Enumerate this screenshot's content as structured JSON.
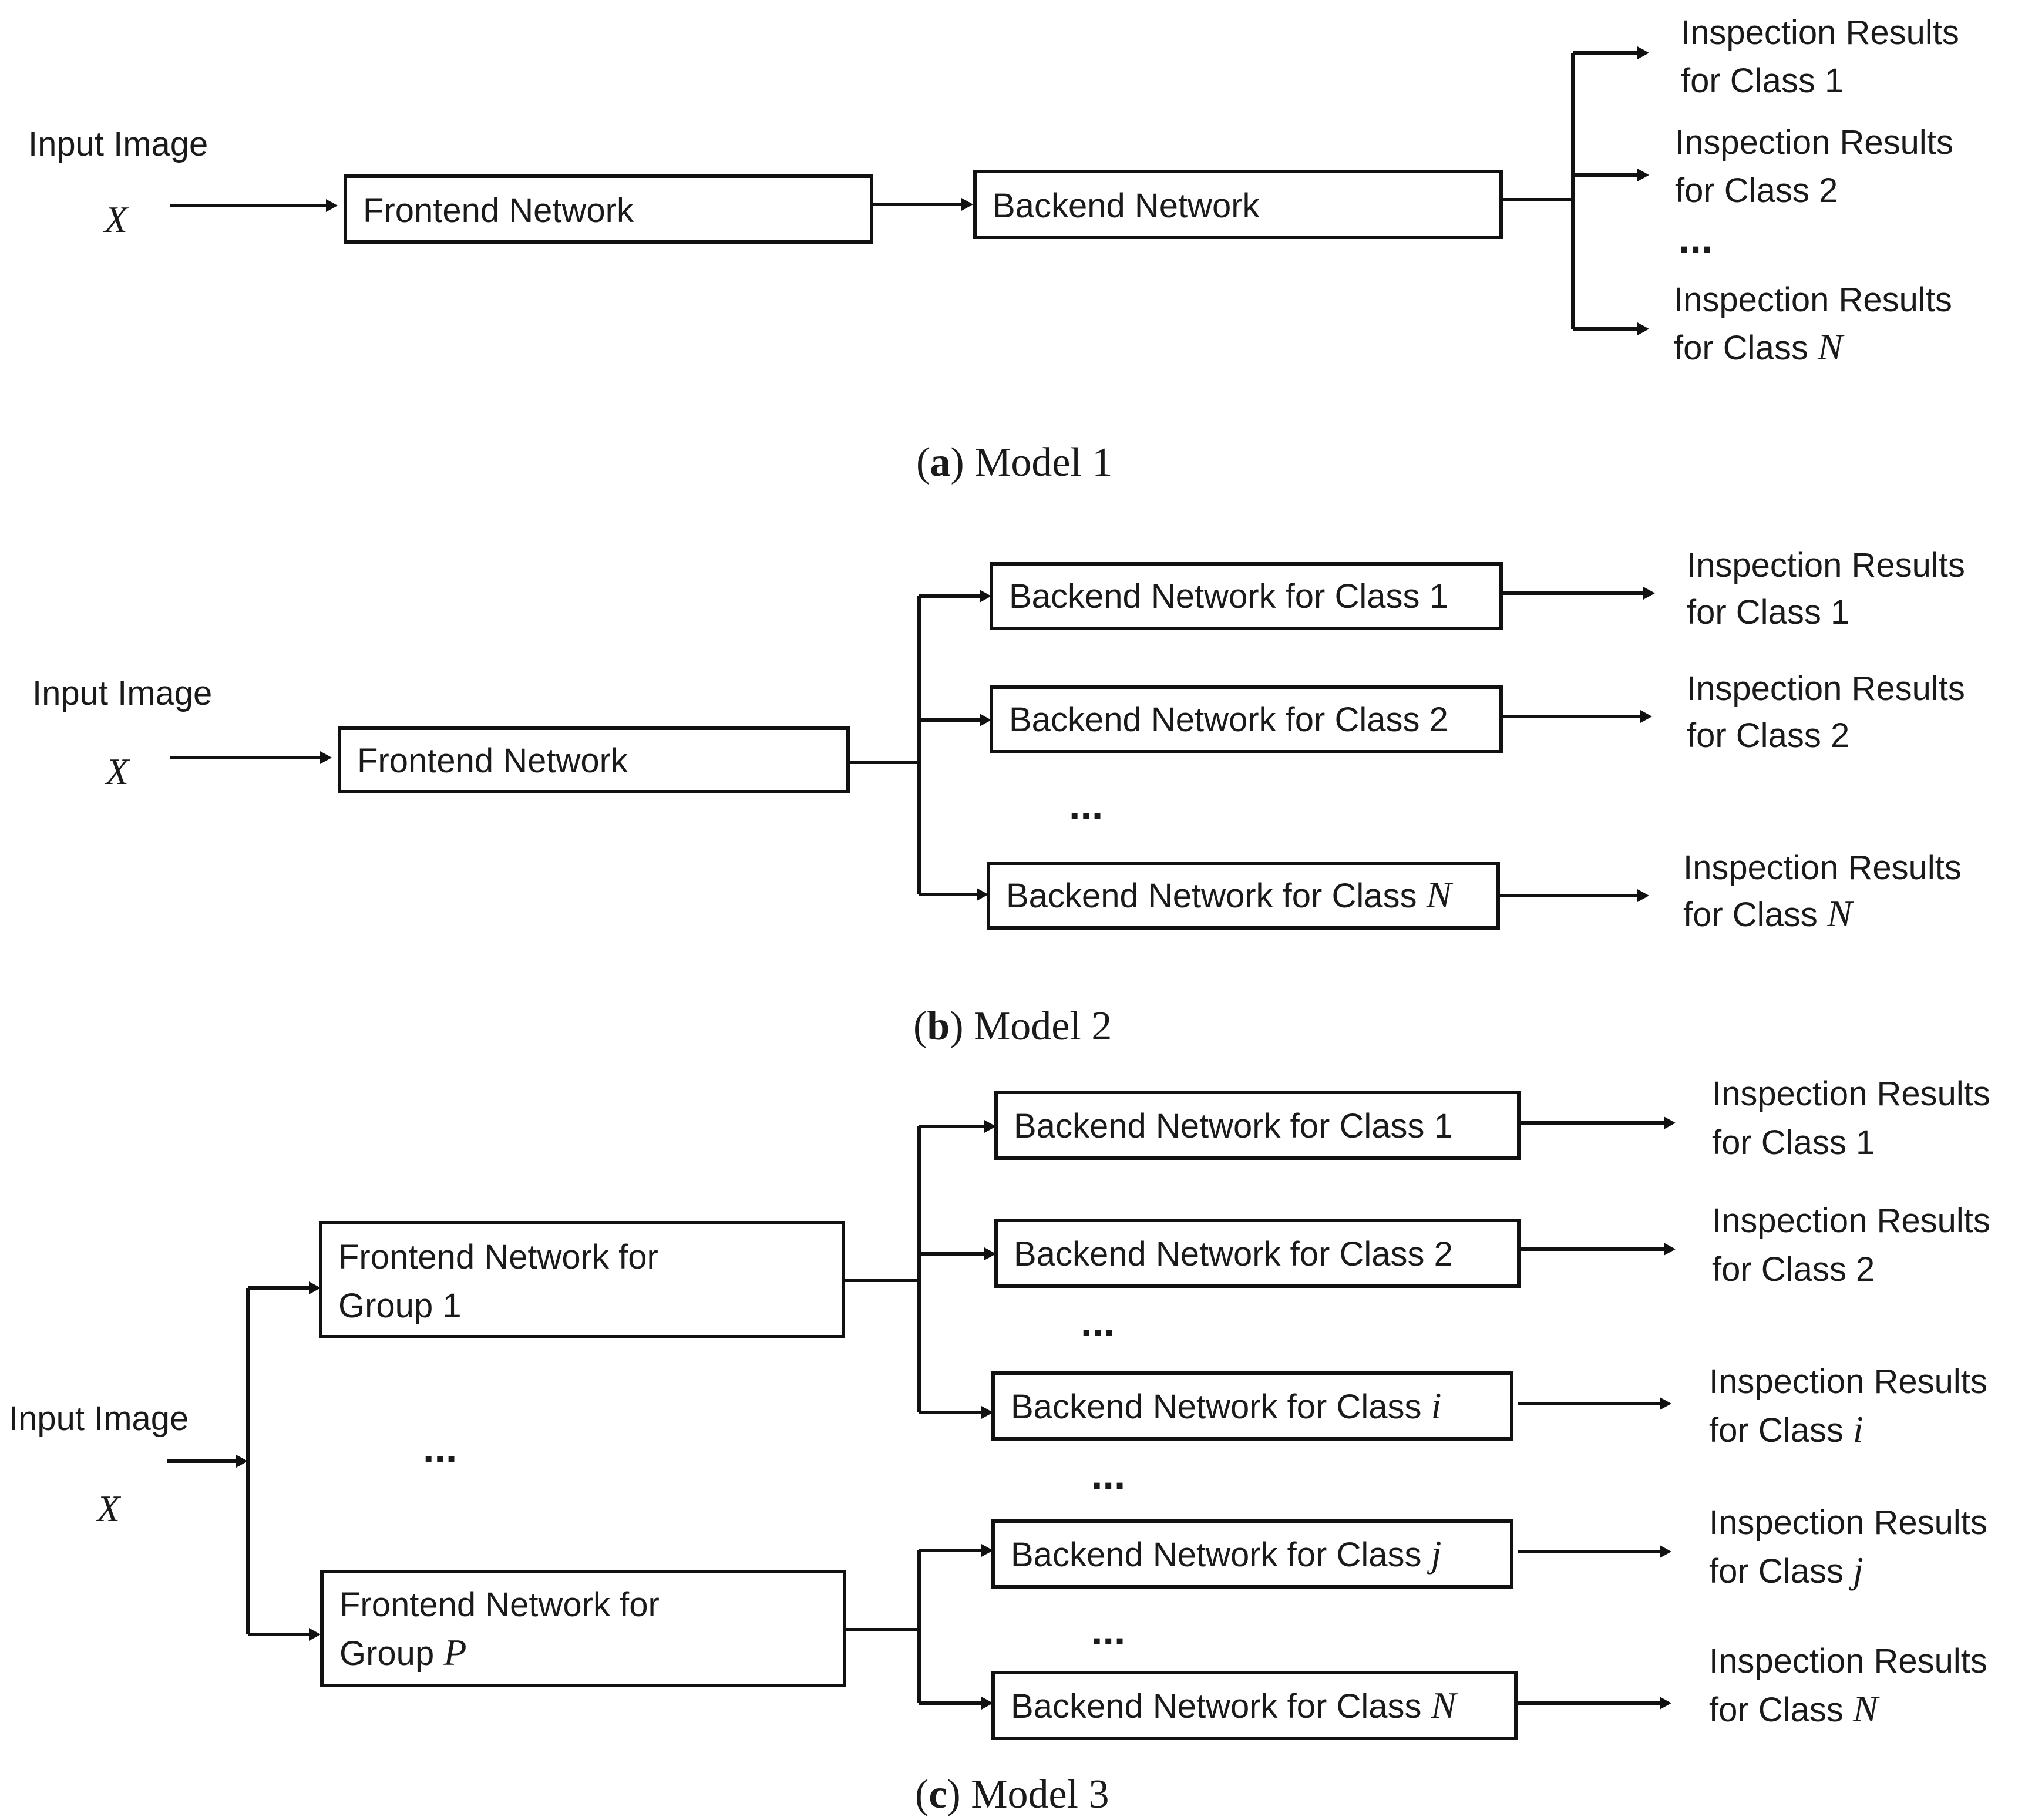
{
  "common": {
    "input_label": "Input Image",
    "input_var": "X",
    "result_label": "Inspection Results",
    "class_prefix": "for Class",
    "ellipsis": "..."
  },
  "model1": {
    "frontend": "Frontend Network",
    "backend": "Backend Network",
    "outputs": [
      "1",
      "2",
      "N"
    ],
    "caption_letter": "a",
    "caption_text": "Model 1"
  },
  "model2": {
    "frontend": "Frontend Network",
    "backend_prefix": "Backend Network for Class",
    "classes": [
      "1",
      "2",
      "N"
    ],
    "caption_letter": "b",
    "caption_text": "Model 2"
  },
  "model3": {
    "frontend_prefix": "Frontend Network for",
    "group_prefix": "Group",
    "groups": [
      "1",
      "P"
    ],
    "backend_prefix": "Backend Network for Class",
    "classes": [
      "1",
      "2",
      "i",
      "j",
      "N"
    ],
    "caption_letter": "c",
    "caption_text": "Model 3"
  }
}
